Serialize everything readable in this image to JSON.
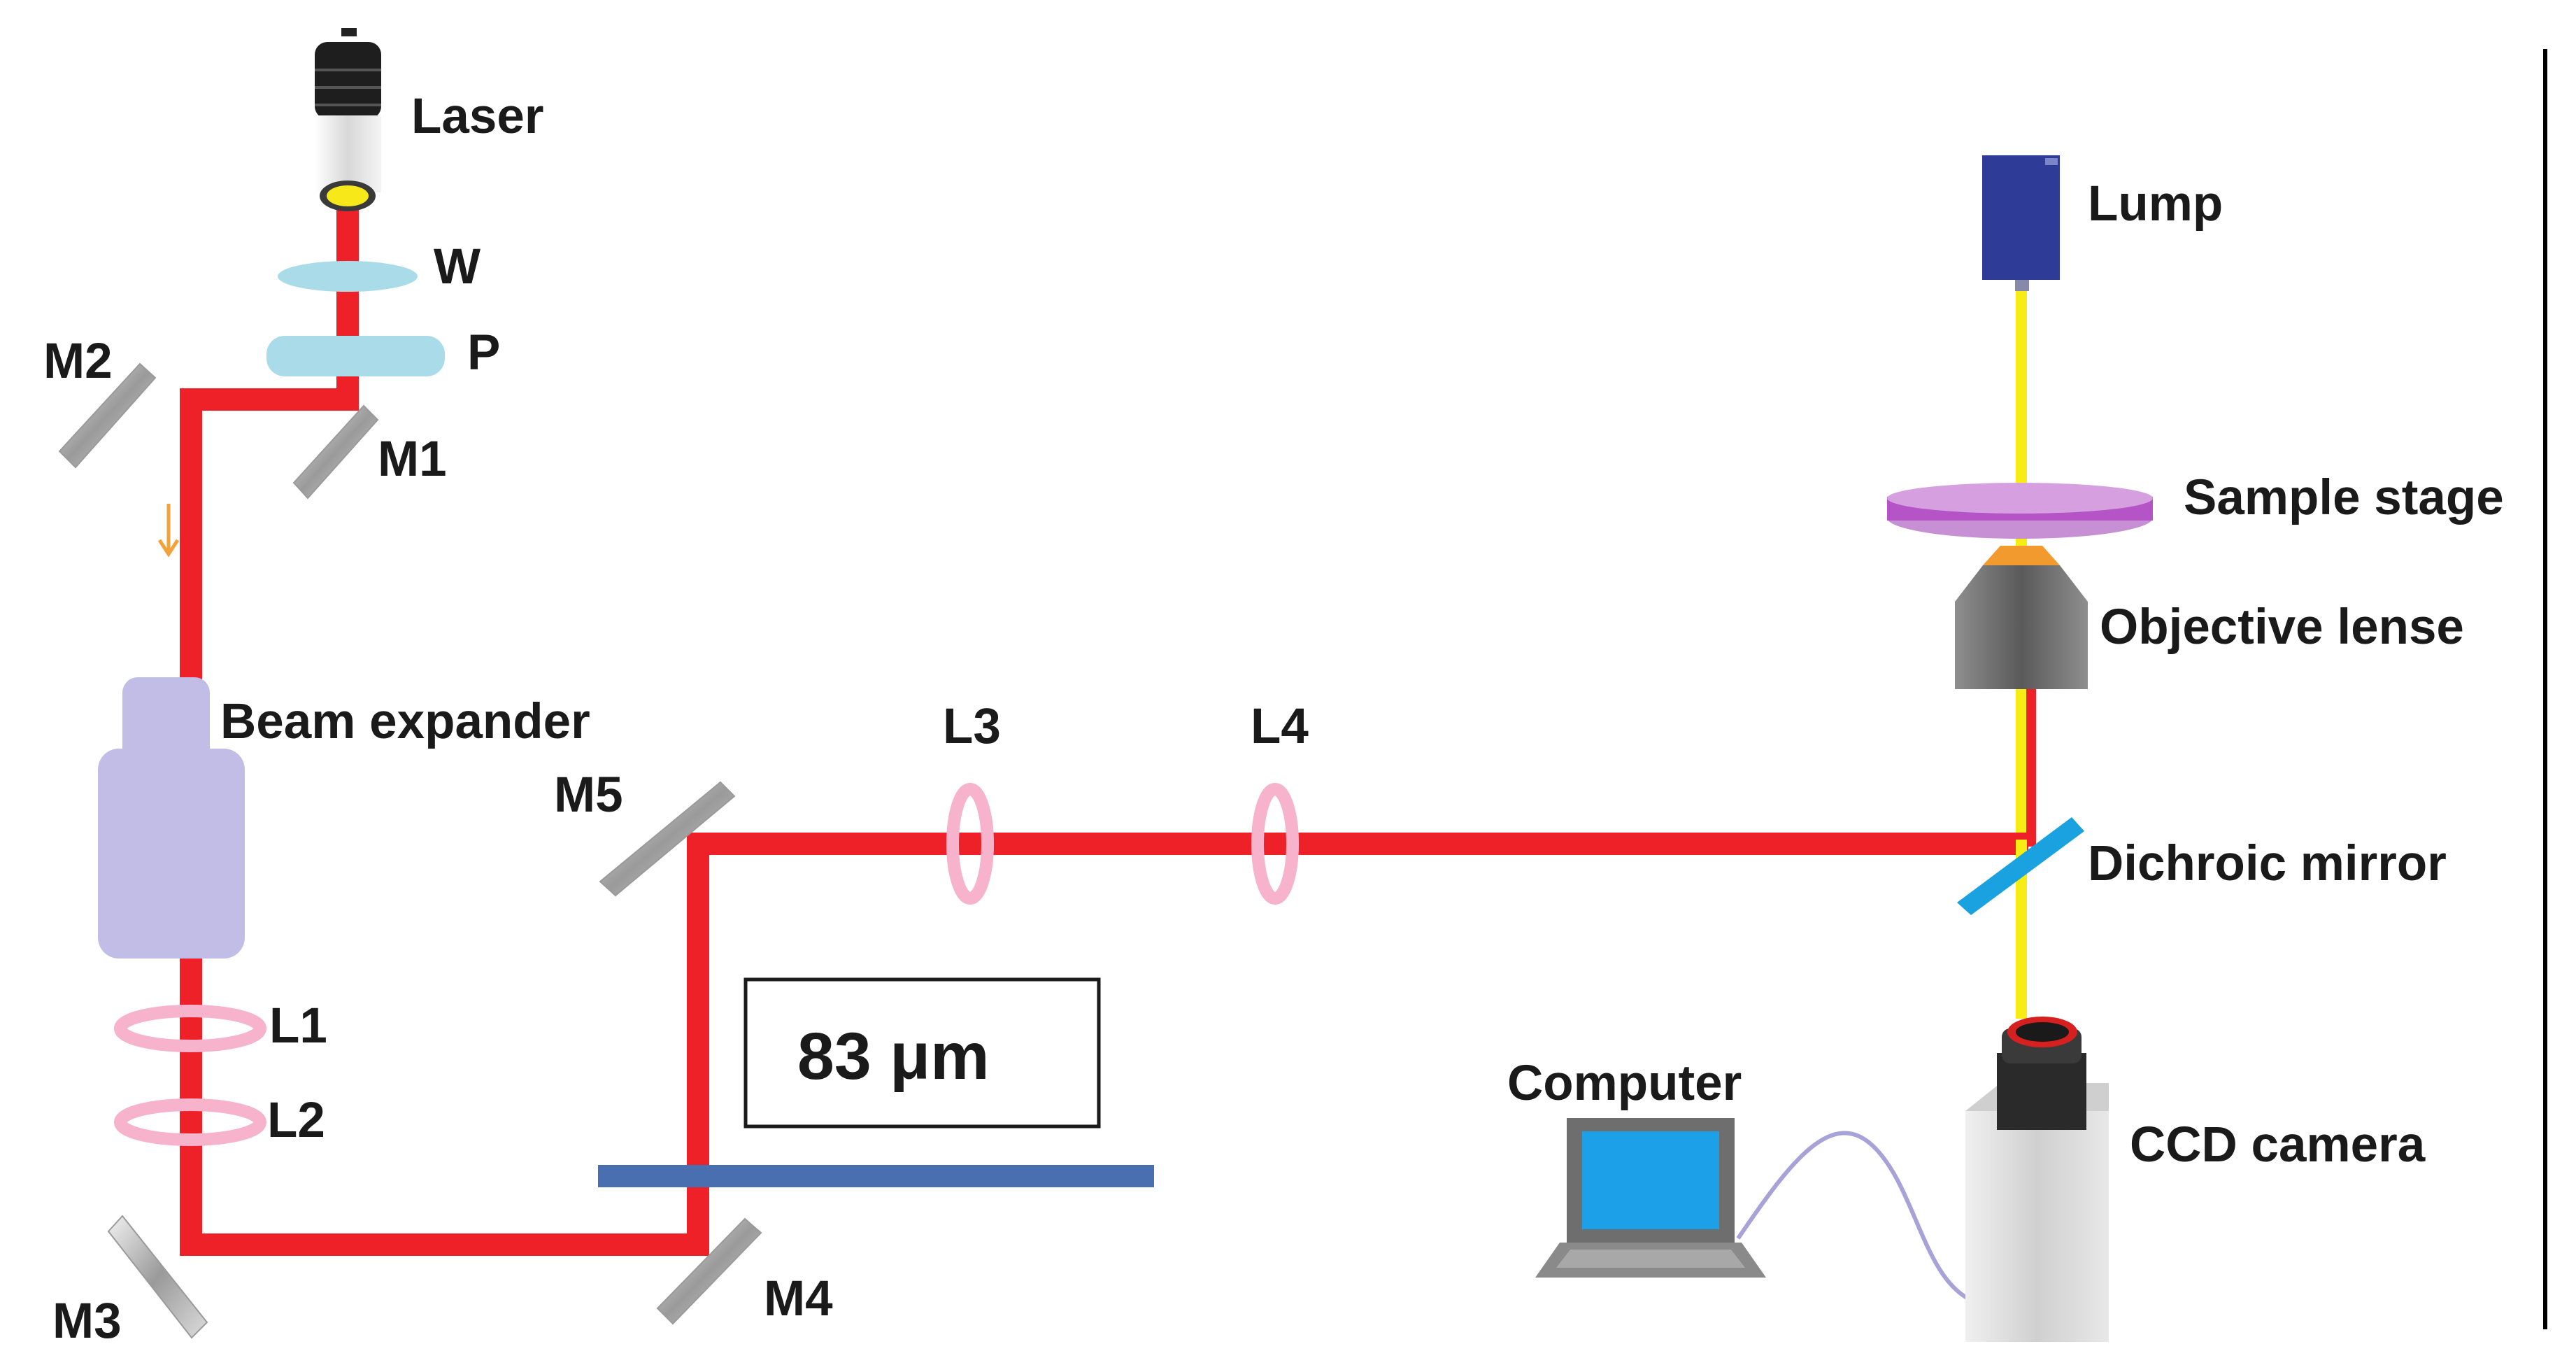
{
  "labels": {
    "laser": "Laser",
    "w": "W",
    "p": "P",
    "m1": "M1",
    "m2": "M2",
    "m3": "M3",
    "m4": "M4",
    "m5": "M5",
    "beam_expander": "Beam expander",
    "l1": "L1",
    "l2": "L2",
    "l3": "L3",
    "l4": "L4",
    "lump": "Lump",
    "sample_stage": "Sample stage",
    "objective_lense": "Objective lense",
    "dichroic_mirror": "Dichroic mirror",
    "computer": "Computer",
    "ccd_camera": "CCD camera",
    "scale_box": "83 μm"
  },
  "colors": {
    "laser_beam": "#ee2128",
    "illumination_beam": "#f7ec14",
    "lens": "#f6b3cb",
    "waveplate": "#a9dbe8",
    "expander": "#c2bde6",
    "lamp": "#2e3c98",
    "stage": "#b454c6",
    "objective": "#6b6b6b",
    "dichroic": "#1aa2e0",
    "screen": "#1ca0e8",
    "sample_line": "#4a6fb0",
    "cable": "#a7a2d8"
  }
}
